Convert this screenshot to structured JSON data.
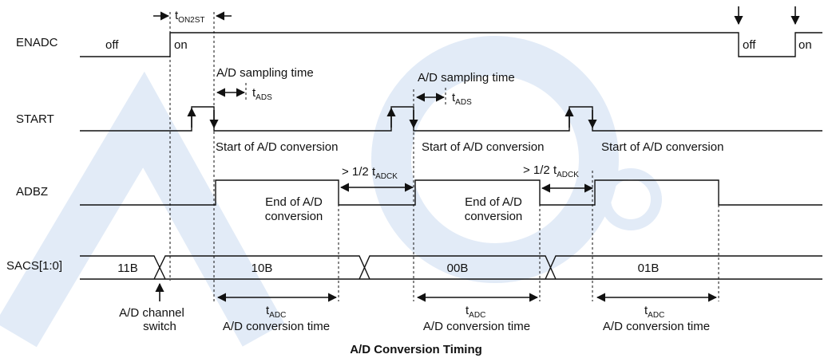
{
  "title": "A/D Conversion Timing",
  "signals": {
    "enadc": "ENADC",
    "start": "START",
    "adbz": "ADBZ",
    "sacs": "SACS[1:0]"
  },
  "enadc_states": {
    "off_initial": "off",
    "on_initial": "on",
    "off_late": "off",
    "on_late": "on"
  },
  "sacs_values": [
    "11B",
    "10B",
    "00B",
    "01B"
  ],
  "parameters": {
    "t_on2st": {
      "base": "t",
      "sub": "ON2ST"
    },
    "t_ads": {
      "base": "t",
      "sub": "ADS"
    },
    "t_adc": {
      "base": "t",
      "sub": "ADC"
    },
    "half_t_adck": {
      "base": "> 1/2 t",
      "sub": "ADCK"
    }
  },
  "annotations": {
    "sampling_time": "A/D sampling time",
    "start_conversion": "Start of A/D conversion",
    "end_conversion_line1": "End of A/D",
    "end_conversion_line2": "conversion",
    "conversion_time": "A/D conversion time",
    "channel_switch_line1": "A/D channel",
    "channel_switch_line2": "switch"
  },
  "colors": {
    "ink": "#111111",
    "watermark": "#e2ebf7"
  }
}
